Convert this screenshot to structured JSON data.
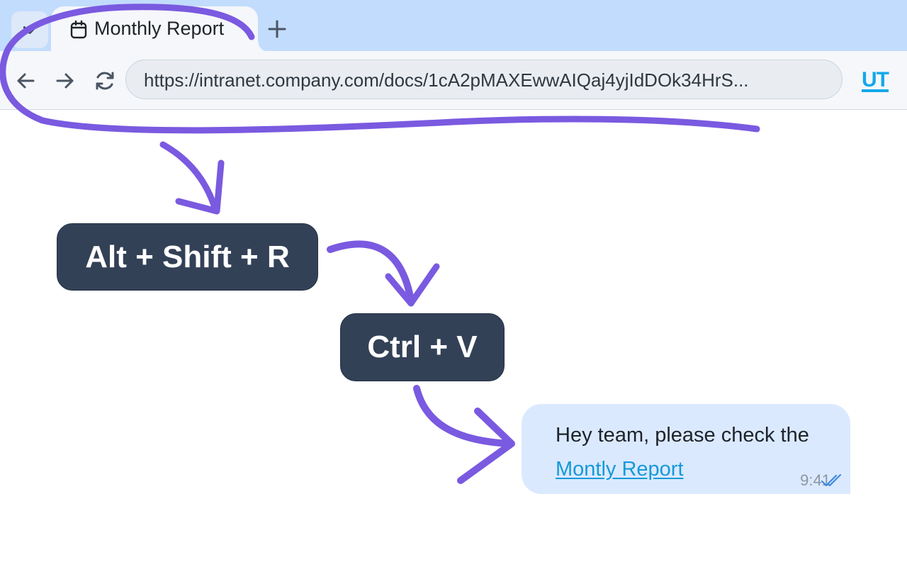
{
  "browser": {
    "tab": {
      "title": "Monthly Report",
      "icon": "calendar-tab-icon"
    },
    "new_tab_label": "+",
    "url": "https://intranet.company.com/docs/1cA2pMAXEwwAIQaj4yjIdDOk34HrS...",
    "extension_logo": "UT",
    "icons": [
      "chevron-down-icon",
      "back-arrow-icon",
      "forward-arrow-icon",
      "reload-icon"
    ]
  },
  "shortcuts": {
    "step1": "Alt + Shift + R",
    "step2": "Ctrl + V"
  },
  "message": {
    "text_before_link": "Hey team, please check the ",
    "link_text": "Montly Report",
    "time": "9:41",
    "status": "read-double-check"
  },
  "colors": {
    "tabstrip": "#c2dcfd",
    "toolbar": "#f5f7fa",
    "key_background": "#334157",
    "bubble": "#dbe9ff",
    "link": "#159ad8",
    "annotation": "#7a5ae0"
  }
}
